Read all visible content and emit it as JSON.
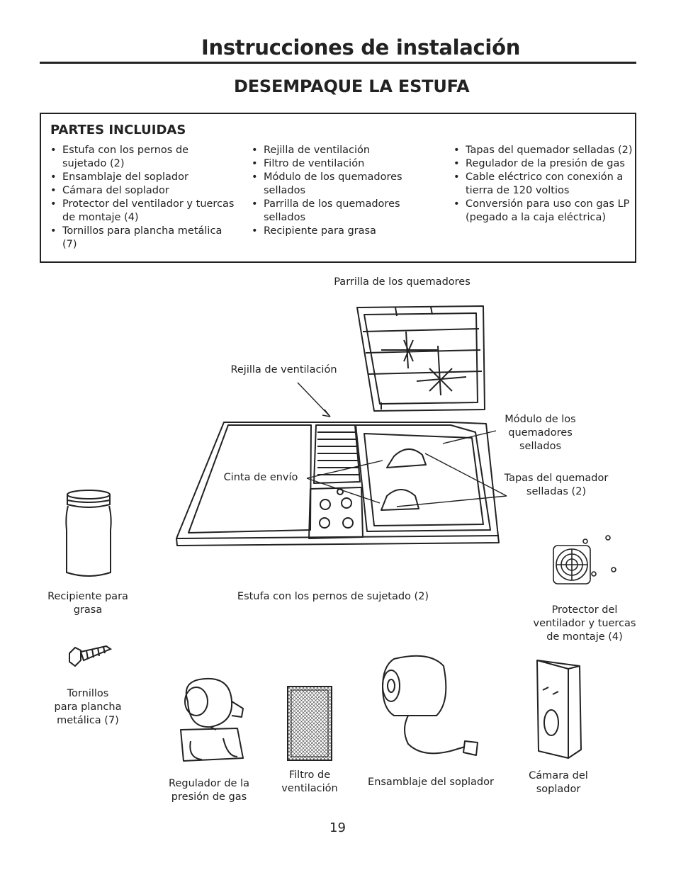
{
  "header": {
    "title": "Instrucciones de instalación",
    "subtitle": "DESEMPAQUE LA ESTUFA"
  },
  "parts_box": {
    "heading": "PARTES INCLUIDAS",
    "col1": [
      "Estufa con los pernos de sujetado (2)",
      "Ensamblaje del soplador",
      "Cámara del soplador",
      "Protector del ventilador y tuercas de montaje (4)",
      "Tornillos para plancha metálica (7)"
    ],
    "col2": [
      "Rejilla de ventilación",
      "Filtro de ventilación",
      "Módulo de los quemadores sellados",
      "Parrilla de los quemadores sellados",
      "Recipiente para grasa"
    ],
    "col3": [
      "Tapas del quemador selladas (2)",
      "Regulador de la presión de gas",
      "Cable eléctrico con conexión a tierra de 120 voltios",
      "Conversión para uso con gas LP (pegado a la caja eléctrica)"
    ]
  },
  "labels": {
    "parrilla": "Parrilla de los quemadores",
    "rejilla": "Rejilla de ventilación",
    "modulo": [
      "Módulo de los",
      "quemadores",
      "sellados"
    ],
    "cinta": "Cinta de envío",
    "tapas": [
      "Tapas del quemador",
      "selladas (2)"
    ],
    "recipiente": [
      "Recipiente para",
      "grasa"
    ],
    "estufa": "Estufa con los pernos de sujetado (2)",
    "protector": [
      "Protector del",
      "ventilador y tuercas",
      "de montaje (4)"
    ],
    "tornillos": [
      "Tornillos",
      "para plancha",
      "metálica (7)"
    ],
    "regulador": [
      "Regulador de la",
      "presión de gas"
    ],
    "filtro": [
      "Filtro de",
      "ventilación"
    ],
    "ensamblaje": "Ensamblaje del soplador",
    "camara": [
      "Cámara del",
      "soplador"
    ]
  },
  "footer": {
    "page_number": "19"
  }
}
